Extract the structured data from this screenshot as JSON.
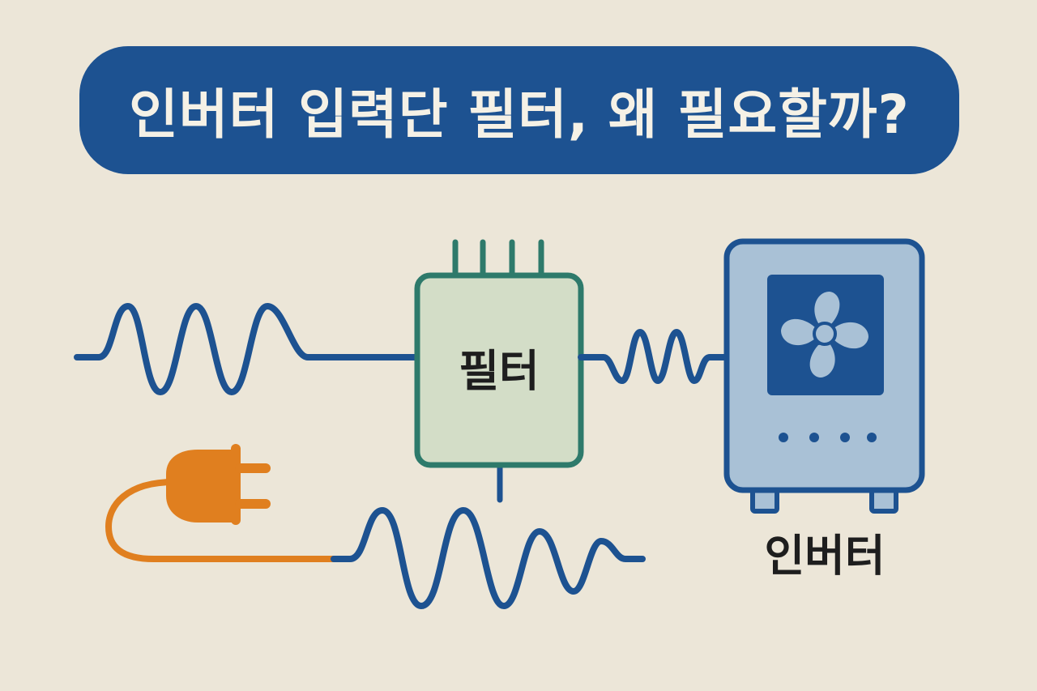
{
  "title": "인버터 입력단 필터, 왜 필요할까?",
  "filter": {
    "label": "필터"
  },
  "inverter": {
    "label": "인버터"
  },
  "colors": {
    "background": "#ECE6D8",
    "banner": "#1D5291",
    "wave": "#1D5291",
    "filter_border": "#2E7A6B",
    "filter_fill": "#D3DDC7",
    "inverter_border": "#1D5291",
    "inverter_fill": "#A9C1D6",
    "plug": "#E07F1F"
  },
  "icons": {
    "plug": "power-plug-icon",
    "fan": "fan-icon"
  }
}
